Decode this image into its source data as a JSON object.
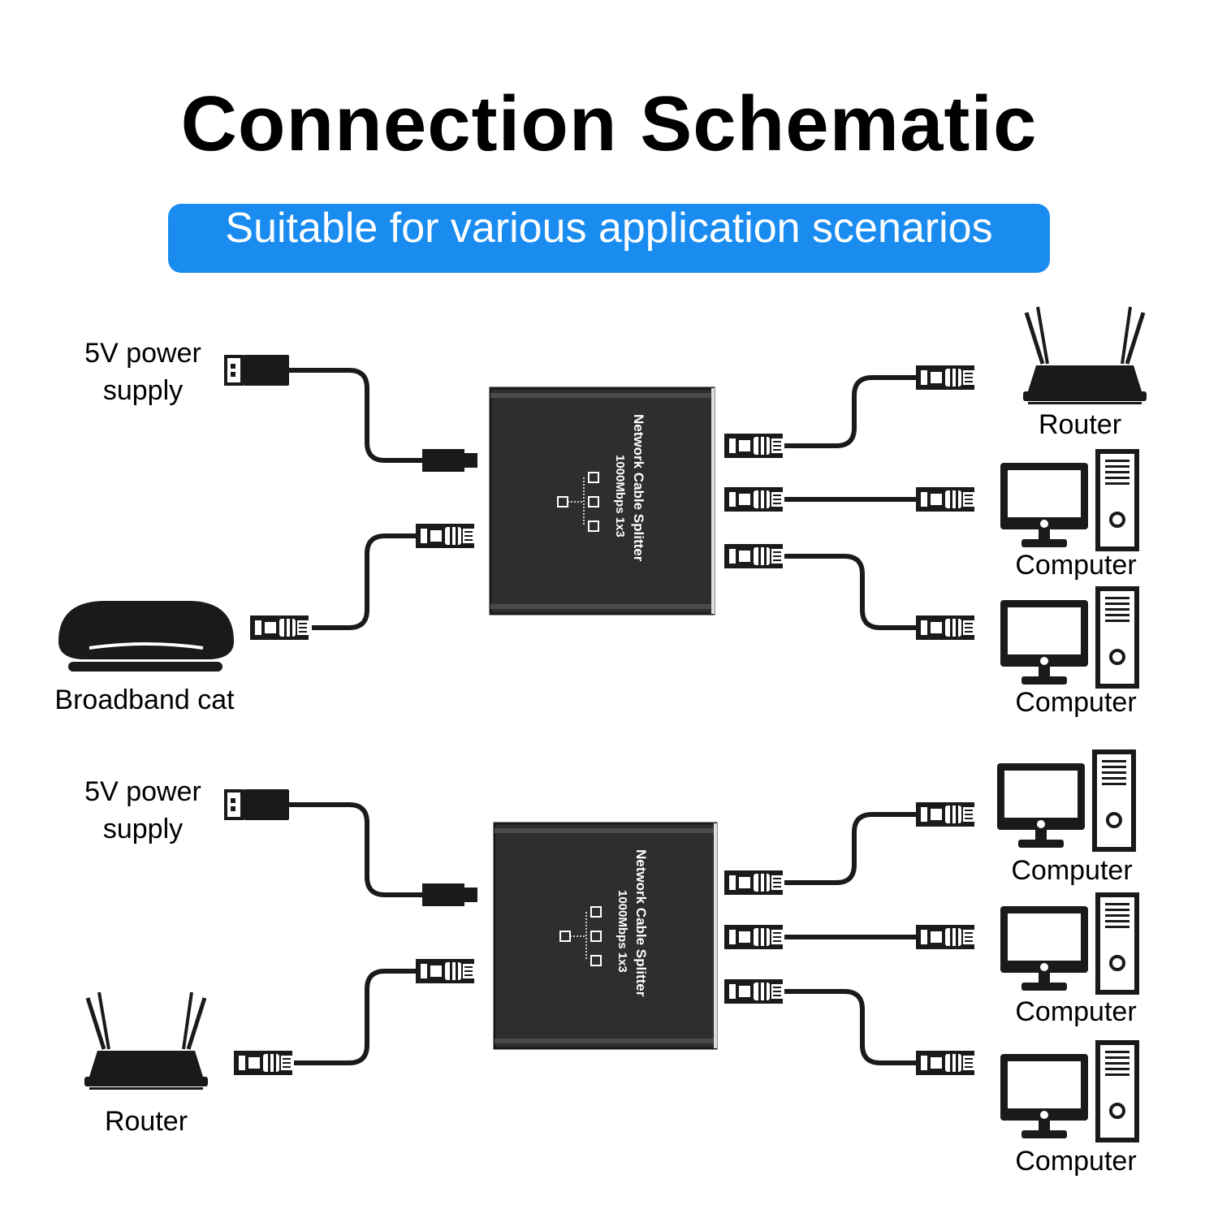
{
  "title": "Connection Schematic",
  "subtitle": "Suitable for various application scenarios",
  "accent_color": "#1a8cf0",
  "device": {
    "name": "Network Cable Splitter",
    "spec": "1000Mbps 1x3",
    "color": "#2e2e2e"
  },
  "scenario_1": {
    "power_label_line1": "5V power",
    "power_label_line2": "supply",
    "source_label": "Broadband cat",
    "outputs": [
      "Router",
      "Computer",
      "Computer"
    ]
  },
  "scenario_2": {
    "power_label_line1": "5V power",
    "power_label_line2": "supply",
    "source_label": "Router",
    "outputs": [
      "Computer",
      "Computer",
      "Computer"
    ]
  },
  "icons": {
    "usb_plug": "usb-plug-icon",
    "rj45_plug": "rj45-plug-icon",
    "router": "router-icon",
    "modem": "modem-icon",
    "computer": "computer-icon"
  }
}
